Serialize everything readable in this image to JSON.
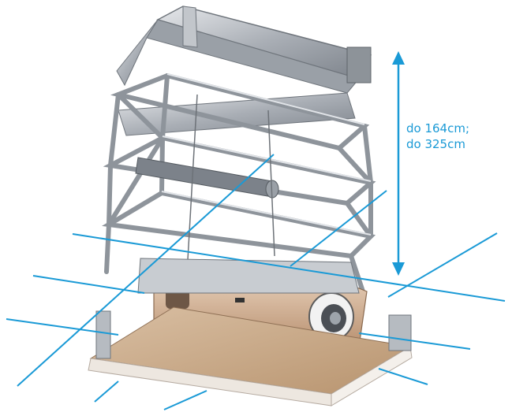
{
  "product_image": {
    "description_icon": "ceiling-projector-lift-illustration",
    "height_labels": [
      "do 164cm;",
      "do 325cm"
    ],
    "colors": {
      "annotation_blue": "#1a9ad6",
      "frame_steel": "#b8bcc2",
      "panel_tan": "#c9a98a",
      "projector_body": "#d8b89c"
    }
  }
}
